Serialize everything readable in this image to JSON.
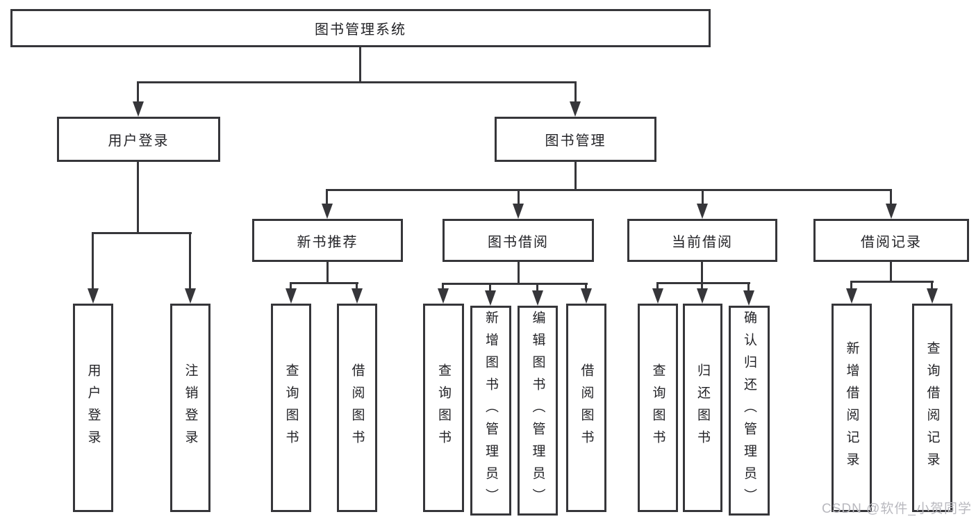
{
  "watermark": {
    "text": "CSDN @软件_小贺同学"
  },
  "nodes": {
    "root": {
      "label": "图书管理系统"
    },
    "user_login": {
      "label": "用户登录"
    },
    "book_mgmt": {
      "label": "图书管理"
    },
    "new_book_rec": {
      "label": "新书推荐"
    },
    "book_borrow": {
      "label": "图书借阅"
    },
    "current_borrow": {
      "label": "当前借阅"
    },
    "borrow_records": {
      "label": "借阅记录"
    },
    "leaf_user_login": {
      "label": "用户登录"
    },
    "leaf_logout_login": {
      "label": "注销登录"
    },
    "rec_query_books": {
      "label": "查询图书"
    },
    "rec_borrow_books": {
      "label": "借阅图书"
    },
    "bb_query_books": {
      "label": "查询图书"
    },
    "bb_add_books_admin": {
      "label": "新增图书（管理员）"
    },
    "bb_edit_books_admin": {
      "label": "编辑图书（管理员）"
    },
    "bb_borrow_books": {
      "label": "借阅图书"
    },
    "cb_query_books": {
      "label": "查询图书"
    },
    "cb_return_books": {
      "label": "归还图书"
    },
    "cb_confirm_return_admin": {
      "label": "确认归还（管理员）"
    },
    "br_add_record": {
      "label": "新增借阅记录"
    },
    "br_query_record": {
      "label": "查询借阅记录"
    }
  },
  "hierarchy": [
    {
      "parent": "图书管理系统",
      "children": [
        "用户登录",
        "图书管理"
      ]
    },
    {
      "parent": "用户登录",
      "children": [
        "用户登录",
        "注销登录"
      ]
    },
    {
      "parent": "图书管理",
      "children": [
        "新书推荐",
        "图书借阅",
        "当前借阅",
        "借阅记录"
      ]
    },
    {
      "parent": "新书推荐",
      "children": [
        "查询图书",
        "借阅图书"
      ]
    },
    {
      "parent": "图书借阅",
      "children": [
        "查询图书",
        "新增图书（管理员）",
        "编辑图书（管理员）",
        "借阅图书"
      ]
    },
    {
      "parent": "当前借阅",
      "children": [
        "查询图书",
        "归还图书",
        "确认归还（管理员）"
      ]
    },
    {
      "parent": "借阅记录",
      "children": [
        "新增借阅记录",
        "查询借阅记录"
      ]
    }
  ]
}
